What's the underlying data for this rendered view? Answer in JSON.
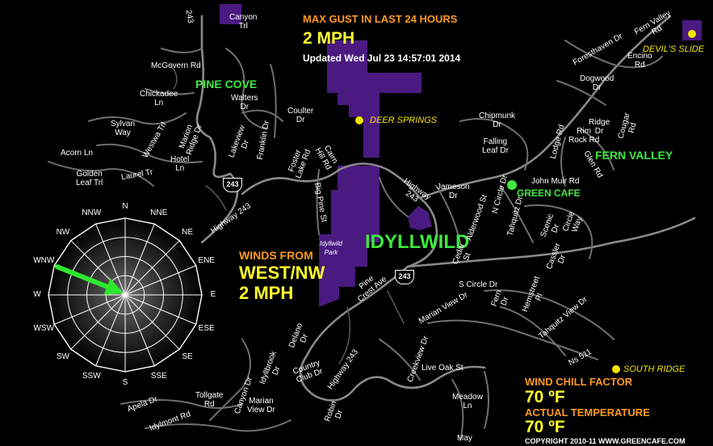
{
  "header": {
    "gust_title": "MAX GUST IN LAST 24 HOURS",
    "gust_value": "2 MPH",
    "updated": "Updated Wed Jul 23 14:57:01 2014"
  },
  "winds": {
    "label": "WINDS FROM",
    "direction": "WEST/NW",
    "speed": "2 MPH",
    "direction_degrees": 292.5
  },
  "conditions": {
    "wind_chill_label": "WIND CHILL FACTOR",
    "wind_chill_value": "70 ºF",
    "actual_temp_label": "ACTUAL TEMPERATURE",
    "actual_temp_value": "70 ºF"
  },
  "compass": {
    "points": [
      "N",
      "NNE",
      "NE",
      "ENE",
      "E",
      "ESE",
      "SE",
      "SSE",
      "S",
      "SSW",
      "SW",
      "WSW",
      "W",
      "WNW",
      "NW",
      "NNW"
    ]
  },
  "places": {
    "pine_cove": "PINE COVE",
    "fern_valley": "FERN VALLEY",
    "idyllwild": "IDYLLWILD",
    "idyllwild_park": "Idyllwild\nPark"
  },
  "pois": {
    "deer_springs": "DEER SPRINGS",
    "devils_slide": "DEVIL'S SLIDE",
    "south_ridge": "SOUTH RIDGE",
    "green_cafe": "GREEN CAFE"
  },
  "highway_shields": [
    "243",
    "243"
  ],
  "streets": {
    "s243": "243",
    "canyon": "Canyon\nTrl",
    "mcgovern": "McGovern Rd",
    "chickadee": "Chickadee\nLn",
    "walters": "Walters\nDr",
    "coulter": "Coulter\nDr",
    "sylvan": "Sylvan\nWay",
    "westwa": "Westwa Trl",
    "marion": "Marion\nRidge Dr",
    "lakeview": "Lakeview\nDr",
    "franklin": "Franklin Dr",
    "acorn": "Acorn Ln",
    "laurel": "Laurel Tr",
    "hotel": "Hotel\nLn",
    "foster": "Foster\nLake Rd",
    "cairn": "Cairn\nHill Rd",
    "golden": "Golden\nLeaf Trl",
    "highway243": "Highway 243",
    "bigpine": "Big Pine St",
    "highwaySW": "Highway\n243",
    "jameson": "Jameson\nDr",
    "alderwood": "Alderwood St",
    "chipmunk": "Chipmunk\nDr",
    "falling": "Falling\nLeaf Dr",
    "ncircle": "N Circle Dr",
    "tahquitz": "Tahquitz Dr",
    "johnmuir": "John Muir Rd",
    "lodge": "Lodge Rd",
    "rim": "Rim\nRock Rd",
    "glen": "Glen Rd",
    "dogwood": "Dogwood\nDr",
    "foresthaven": "Foresthaven Dr",
    "fernvalley": "Fern Valley\nRd",
    "encino": "Encino\nRd",
    "cougar": "Cougar\nRd",
    "ridge": "Ridge\nDr",
    "cedar": "Cedar\nSt",
    "scenic": "Scenic\nDr",
    "circleway": "Circle\nWay",
    "cassler": "Cassler\nDr",
    "pine": "Pine\nCrest Ave",
    "scircle": "S Circle Dr",
    "fern": "Fern\nDr",
    "hemstreet": "Hemstreet\nPl",
    "marianview": "Marian View Dr",
    "tahquitzview": "Tahquitz View Dr",
    "delano": "Delano\nDr",
    "idyllbrook": "Idyllbrook\nDr",
    "country": "Country\nClub Dr",
    "highway243b": "Highway 243",
    "creekview": "Creekview Dr",
    "liveoak": "Live Oak St",
    "meadow": "Meadow\nLn",
    "robin": "Robin\nDr",
    "may": "May",
    "apela": "Apela Dr",
    "tollgate": "Tollgate\nRd",
    "canyondr": "Canyon Dr",
    "mariandr": "Marian\nView Dr",
    "idylmont": "Idylmont Rd",
    "ns511": "Ns 511"
  },
  "footer": {
    "copyright": "COPYRIGHT 2010-11 WWW.GREENCAFE.COM"
  }
}
